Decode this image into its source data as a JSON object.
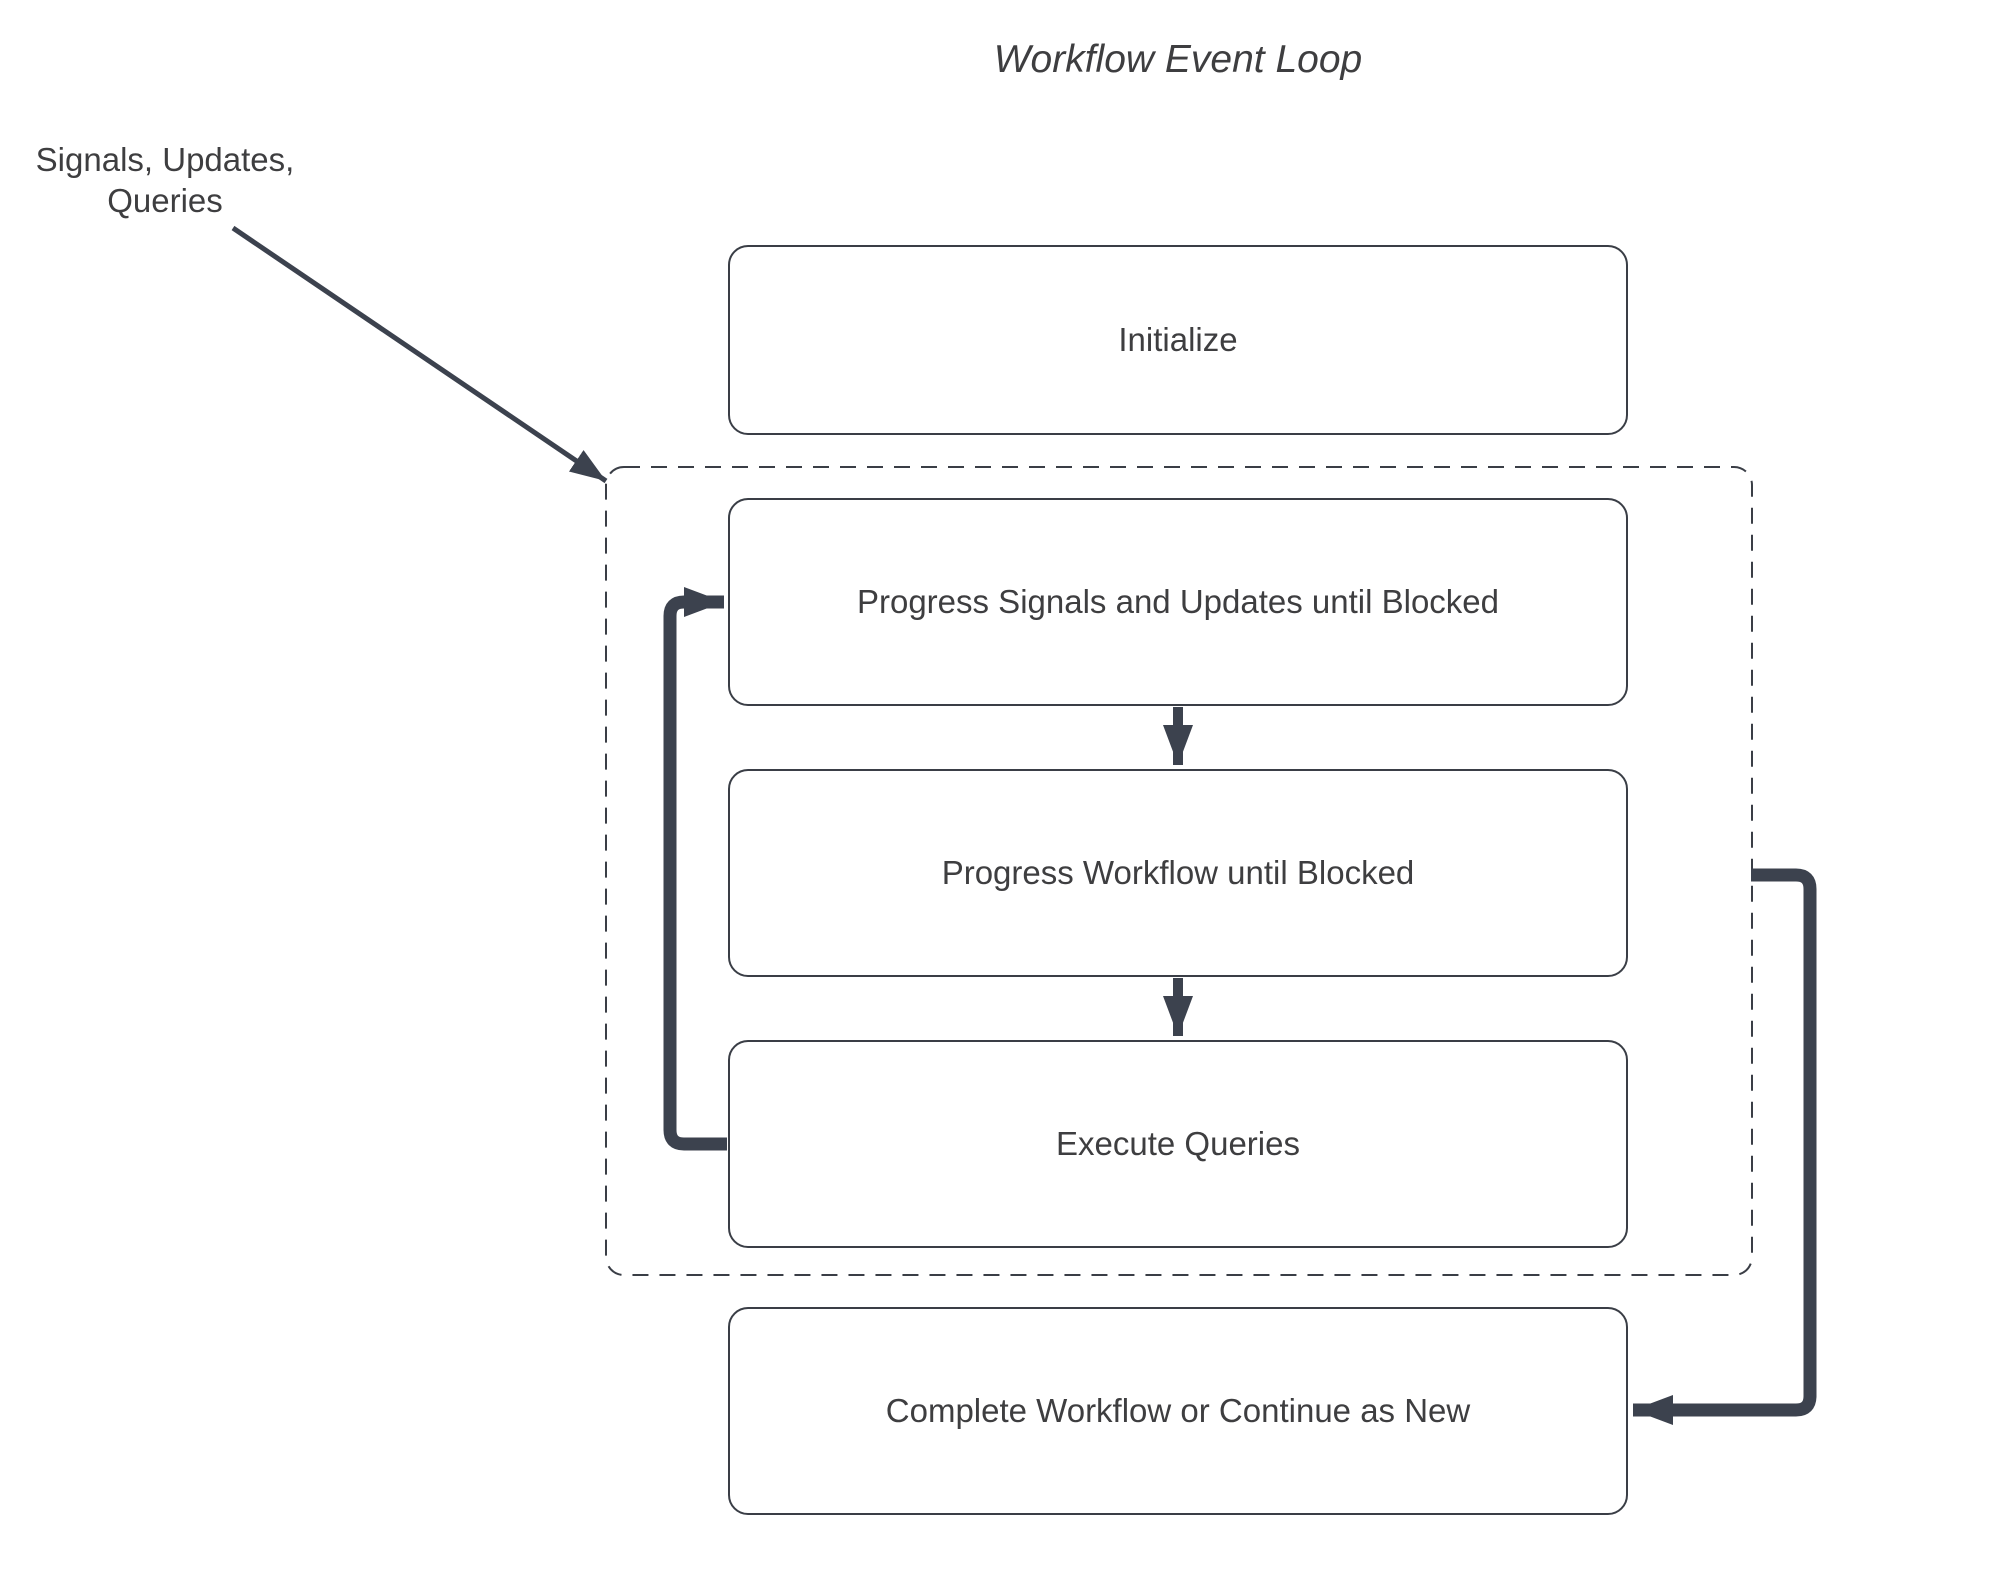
{
  "diagram": {
    "title": "Workflow Event Loop",
    "annotation": {
      "line1": "Signals, Updates,",
      "line2": "Queries"
    },
    "nodes": {
      "initialize": {
        "label": "Initialize"
      },
      "progress_signals": {
        "label": "Progress Signals and Updates until Blocked"
      },
      "progress_workflow": {
        "label": "Progress Workflow until Blocked"
      },
      "execute_queries": {
        "label": "Execute Queries"
      },
      "complete": {
        "label": "Complete Workflow or Continue as New"
      }
    },
    "edges": [
      {
        "name": "signals-input-arrow",
        "from": "signals-updates-queries-annotation",
        "to": "event-loop-dashed-container"
      },
      {
        "name": "signals-to-workflow-arrow",
        "from": "progress_signals",
        "to": "progress_workflow"
      },
      {
        "name": "workflow-to-queries-arrow",
        "from": "progress_workflow",
        "to": "execute_queries"
      },
      {
        "name": "queries-loop-back-arrow",
        "from": "execute_queries",
        "to": "progress_signals"
      },
      {
        "name": "loop-exit-arrow",
        "from": "event-loop-dashed-container",
        "to": "complete"
      }
    ],
    "colors": {
      "arrow": "#3c424e",
      "box_border": "#3a3e46",
      "text": "#3e3e40",
      "background": "#ffffff"
    }
  }
}
